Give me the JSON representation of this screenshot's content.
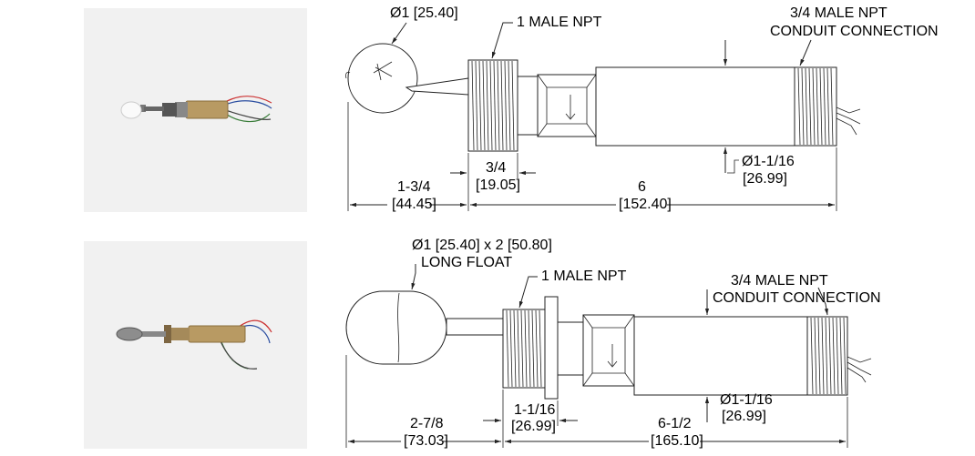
{
  "switch_top": {
    "float_dia": "Ø1 [25.40]",
    "thread": "1 MALE NPT",
    "conduit_1": "3/4 MALE NPT",
    "conduit_2": "CONDUIT CONNECTION",
    "dim_float_len": "1-3/4",
    "dim_float_len_mm": "[44.45]",
    "dim_thread_len": "3/4",
    "dim_thread_len_mm": "[19.05]",
    "dim_body_len": "6",
    "dim_body_len_mm": "[152.40]",
    "dim_body_dia": "Ø1-1/16",
    "dim_body_dia_mm": "[26.99]"
  },
  "switch_bottom": {
    "float_dia_1": "Ø1 [25.40] x 2 [50.80]",
    "float_dia_2": "LONG FLOAT",
    "thread": "1 MALE NPT",
    "conduit_1": "3/4 MALE NPT",
    "conduit_2": "CONDUIT CONNECTION",
    "dim_float_len": "2-7/8",
    "dim_float_len_mm": "[73.03]",
    "dim_thread_len": "1-1/16",
    "dim_thread_len_mm": "[26.99]",
    "dim_body_len": "6-1/2",
    "dim_body_len_mm": "[165.10]",
    "dim_body_dia": "Ø1-1/16",
    "dim_body_dia_mm": "[26.99]"
  }
}
